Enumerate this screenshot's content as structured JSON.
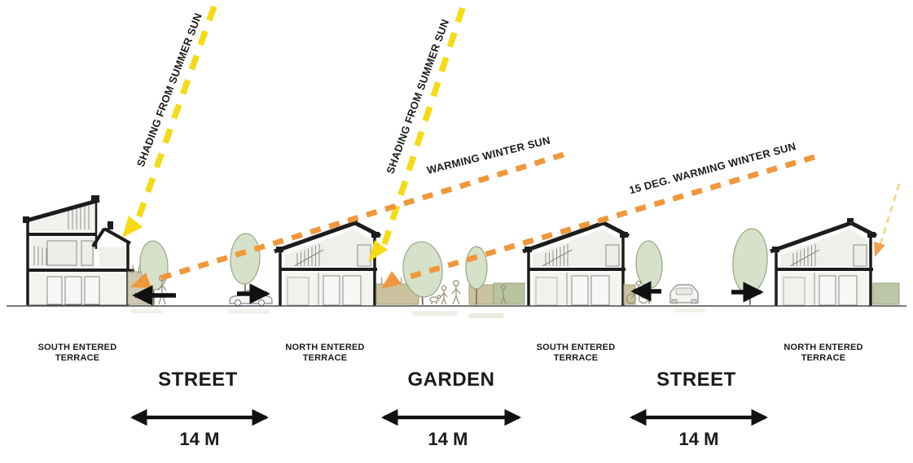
{
  "diagram": {
    "sun_annotations": [
      {
        "label": "SHADING FROM SUMMER SUN",
        "type": "summer"
      },
      {
        "label": "SHADING FROM SUMMER SUN",
        "type": "summer"
      },
      {
        "label": "WARMING WINTER SUN",
        "type": "winter"
      },
      {
        "label": "15 DEG. WARMING WINTER SUN",
        "type": "winter"
      }
    ],
    "terrace_labels": [
      {
        "line1": "SOUTH ENTERED",
        "line2": "TERRACE"
      },
      {
        "line1": "NORTH ENTERED",
        "line2": "TERRACE"
      },
      {
        "line1": "SOUTH ENTERED",
        "line2": "TERRACE"
      },
      {
        "line1": "NORTH ENTERED",
        "line2": "TERRACE"
      }
    ],
    "zones": [
      {
        "name": "STREET",
        "dimension": "14 M"
      },
      {
        "name": "GARDEN",
        "dimension": "14 M"
      },
      {
        "name": "STREET",
        "dimension": "14 M"
      }
    ],
    "colors": {
      "summer_sun_yellow": "#F5DB16",
      "winter_sun_orange": "#F0973C",
      "tree_green": "#D7E0C9",
      "hedge_tan": "#CBC29F",
      "annotation_black": "#1B1B1B"
    }
  }
}
